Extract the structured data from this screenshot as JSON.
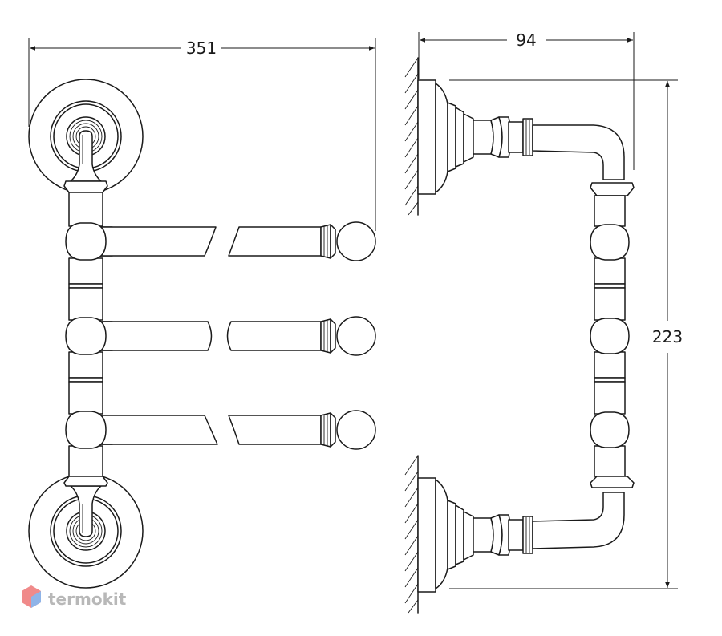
{
  "dimensions": {
    "width": "351",
    "depth": "94",
    "height": "223"
  },
  "watermark": {
    "text": "termokit",
    "color": "#b8b8b8",
    "icon_color": "#f08a8a",
    "icon_accent": "#8fb4e8"
  }
}
